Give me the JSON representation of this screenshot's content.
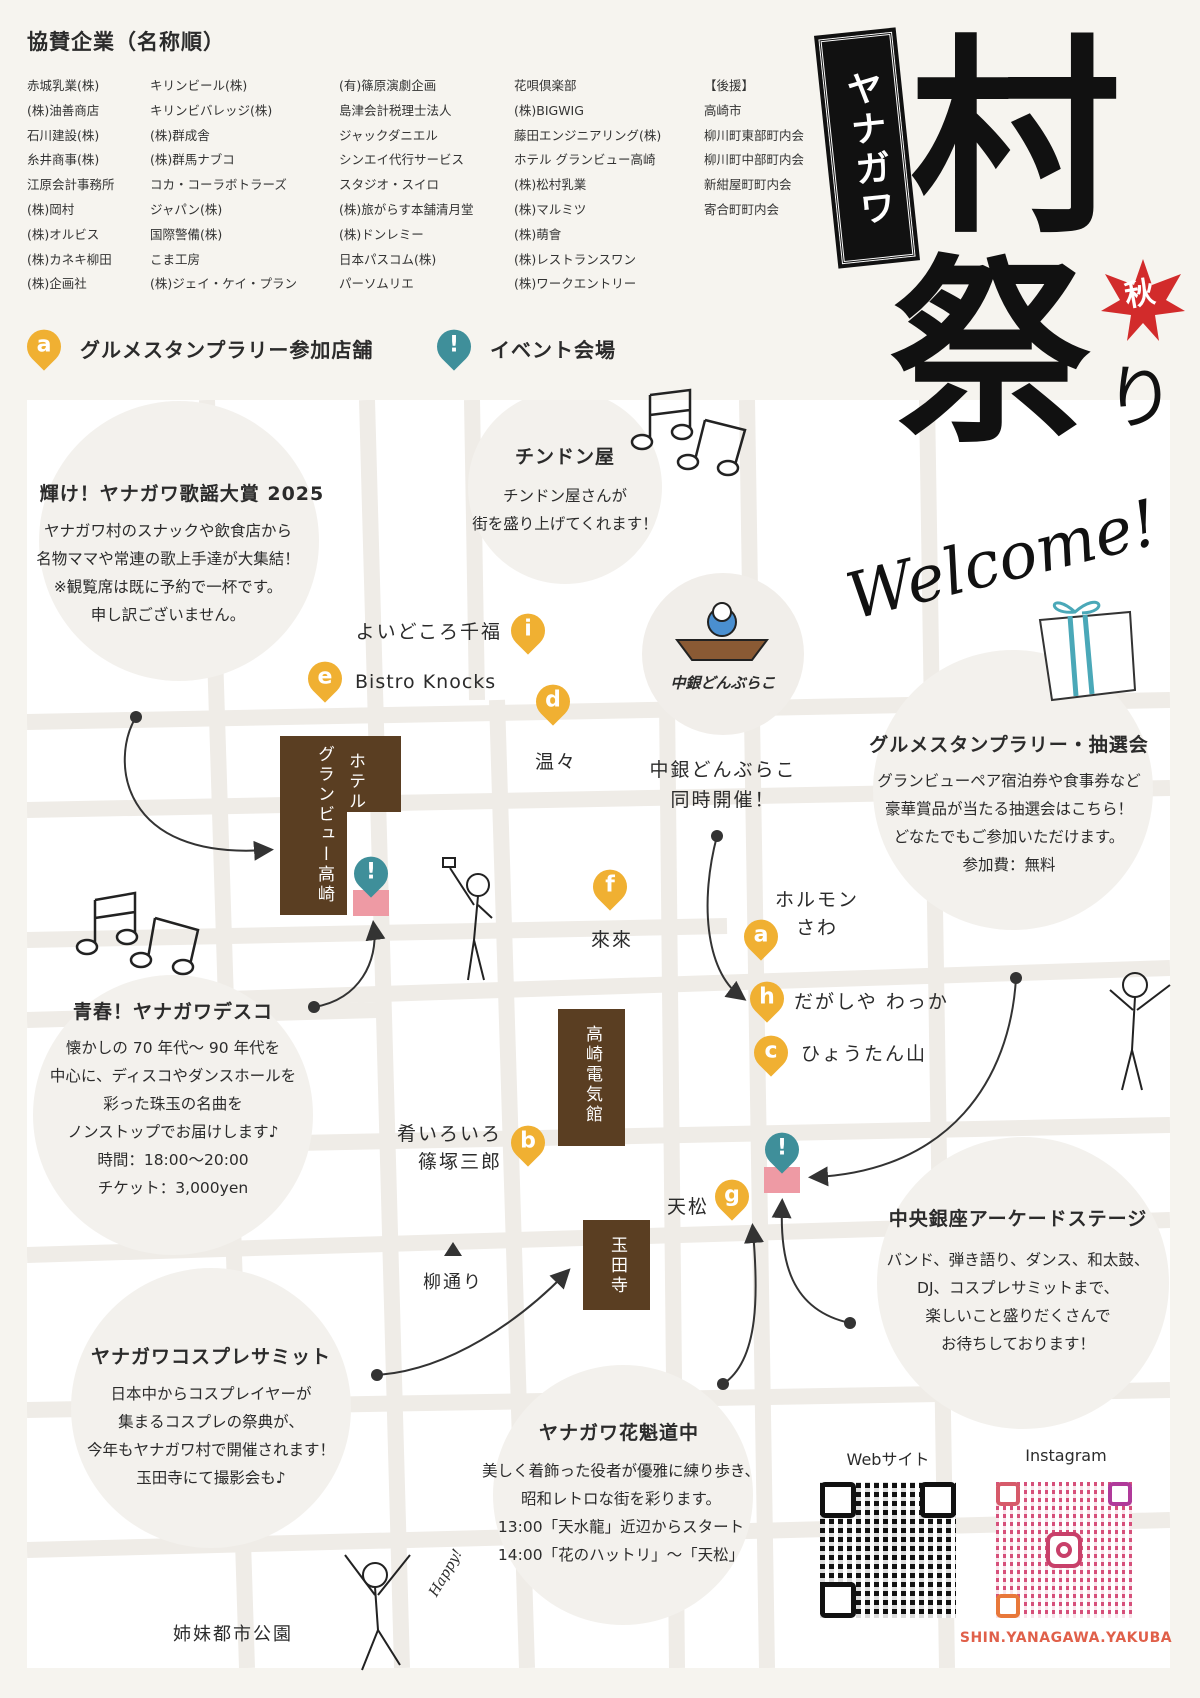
{
  "sponsors": {
    "title": "協賛企業（名称順）",
    "columns": [
      [
        "赤城乳業(株)",
        "(株)油善商店",
        "石川建設(株)",
        "糸井商事(株)",
        "江原会計事務所",
        "(株)岡村",
        "(株)オルビス",
        "(株)カネキ柳田",
        "(株)企画社"
      ],
      [
        "キリンビール(株)",
        "キリンビバレッジ(株)",
        "(株)群成舎",
        "(株)群馬ナブコ",
        "コカ・コーラボトラーズ",
        "ジャパン(株)",
        "国際警備(株)",
        "こま工房",
        "(株)ジェイ・ケイ・プラン"
      ],
      [
        "(有)篠原演劇企画",
        "島津会計税理士法人",
        "ジャックダニエル",
        "シンエイ代行サービス",
        "スタジオ・スイロ",
        "(株)旅がらす本舗清月堂",
        "(株)ドンレミー",
        "日本パスコム(株)",
        "パーソムリエ"
      ],
      [
        "花唄倶楽部",
        "(株)BIGWIG",
        "藤田エンジニアリング(株)",
        "ホテル グランビュー高崎",
        "(株)松村乳業",
        "(株)マルミツ",
        "(株)萌會",
        "(株)レストランスワン",
        "(株)ワークエントリー"
      ],
      [
        "【後援】",
        "高崎市",
        "柳川町東部町内会",
        "柳川町中部町内会",
        "新紺屋町町内会",
        "寄合町町内会"
      ]
    ]
  },
  "logo": {
    "banner": "ヤナガワ",
    "main1": "村",
    "main2": "祭",
    "suffix": "り",
    "season": "秋",
    "welcome": "Welcome!"
  },
  "legend": {
    "shop_pin": "a",
    "shop_label": "グルメスタンプラリー参加店舗",
    "event_pin": "!",
    "event_label": "イベント会場"
  },
  "colors": {
    "shop_pin": "#f0b032",
    "event_pin": "#3f8f9a",
    "building": "#5a3e22",
    "venue": "#ee9aa4",
    "instagram": "#e0604a"
  },
  "events": [
    {
      "title": "輝け！ヤナガワ歌謡大賞 2025",
      "lines": [
        "ヤナガワ村のスナックや飲食店から",
        "名物ママや常連の歌上手達が大集結！",
        "※観覧席は既に予約で一杯です。",
        "申し訳ございません。"
      ]
    },
    {
      "title": "チンドン屋",
      "lines": [
        "チンドン屋さんが",
        "街を盛り上げてくれます！"
      ]
    },
    {
      "title": "グルメスタンプラリー・抽選会",
      "lines": [
        "グランビューペア宿泊券や食事券など",
        "豪華賞品が当たる抽選会はこちら！",
        "どなたでもご参加いただけます。",
        "参加費：無料"
      ]
    },
    {
      "title": "青春！ヤナガワデスコ",
      "lines": [
        "懐かしの 70 年代～ 90 年代を",
        "中心に、ディスコやダンスホールを",
        "彩った珠玉の名曲を",
        "ノンストップでお届けします♪",
        "時間：18:00～20:00",
        "チケット：3,000yen"
      ]
    },
    {
      "title": "中央銀座アーケードステージ",
      "lines": [
        "バンド、弾き語り、ダンス、和太鼓、",
        "DJ、コスプレサミットまで、",
        "楽しいこと盛りだくさんで",
        "お待ちしております！"
      ]
    },
    {
      "title": "ヤナガワコスプレサミット",
      "lines": [
        "日本中からコスプレイヤーが",
        "集まるコスプレの祭典が、",
        "今年もヤナガワ村で開催されます！",
        "玉田寺にて撮影会も♪"
      ]
    },
    {
      "title": "ヤナガワ花魁道中",
      "lines": [
        "美しく着飾った役者が優雅に練り歩き、",
        "昭和レトロな街を彩ります。",
        "13:00「天水龍」近辺からスタート",
        "14:00「花のハットリ」～「天松」"
      ]
    }
  ],
  "donburako": {
    "logo_text": "中銀どんぶらこ",
    "line1": "中銀どんぶらこ",
    "line2": "同時開催！"
  },
  "shops": {
    "a": {
      "pin": "a",
      "name": [
        "ホルモン",
        "さわ"
      ]
    },
    "b": {
      "pin": "b",
      "name": [
        "肴いろいろ",
        "篠塚三郎"
      ]
    },
    "c": {
      "pin": "c",
      "name": [
        "ひょうたん山"
      ]
    },
    "d": {
      "pin": "d",
      "name": [
        "温々"
      ]
    },
    "e": {
      "pin": "e",
      "name": [
        "Bistro Knocks"
      ]
    },
    "f": {
      "pin": "f",
      "name": [
        "來來"
      ]
    },
    "g": {
      "pin": "g",
      "name": [
        "天松"
      ]
    },
    "h": {
      "pin": "h",
      "name": [
        "だがしや わっか"
      ]
    },
    "i": {
      "pin": "i",
      "name": [
        "よいどころ千福"
      ]
    }
  },
  "event_pin_symbol": "!",
  "buildings": {
    "hotel": [
      "ホテル",
      "グランビュー高崎"
    ],
    "denkikan": "高崎電気館",
    "temple": "玉田寺"
  },
  "places": {
    "street": "柳通り",
    "park": "姉妹都市公園"
  },
  "qr": {
    "website_label": "Webサイト",
    "instagram_label": "Instagram",
    "instagram_handle": "SHIN.YANAGAWA.YAKUBA"
  },
  "illustrations": {
    "happy_text": "Happy!"
  }
}
